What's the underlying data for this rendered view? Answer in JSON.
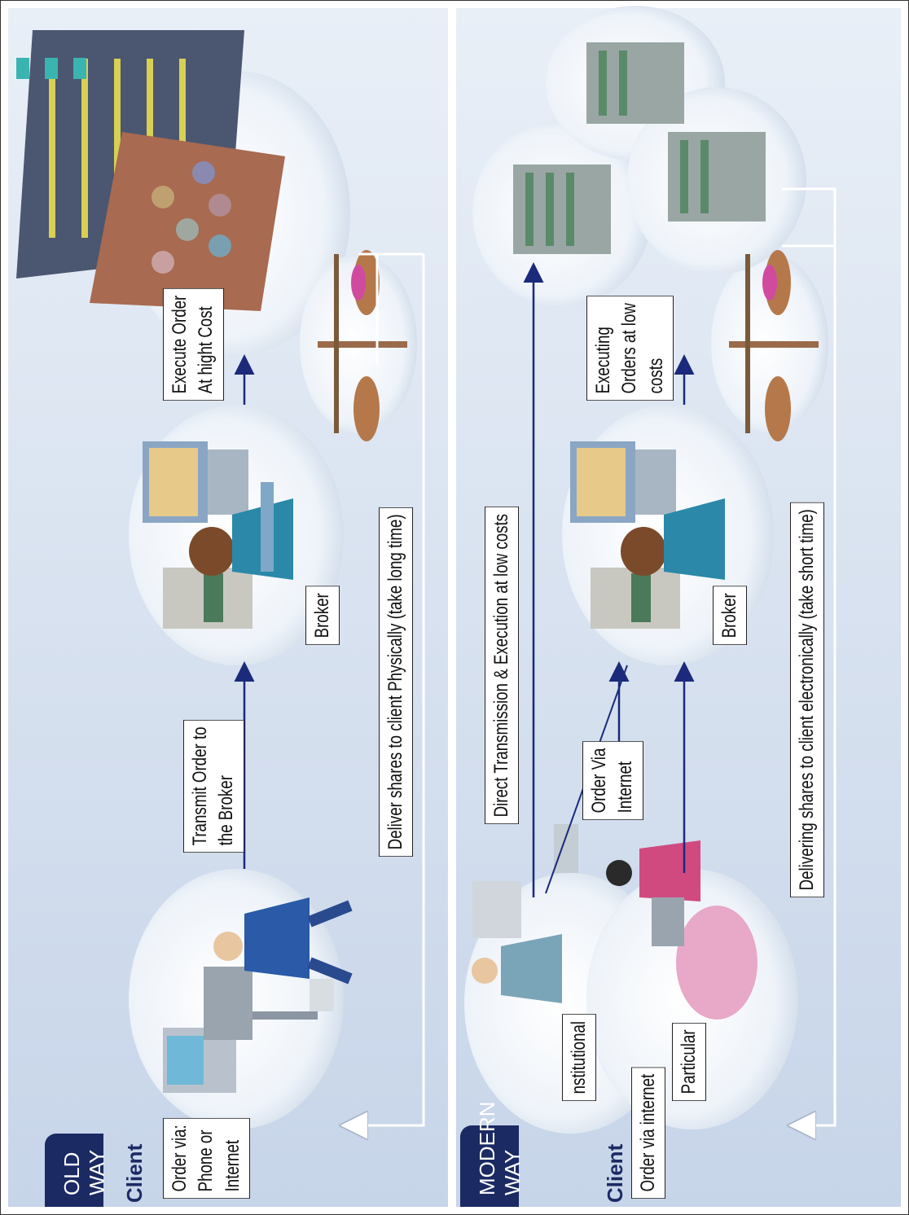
{
  "old_way": {
    "title": "OLD WAY",
    "client_label": "Client",
    "client_order": "Order via:\nPhone or\nInternet",
    "transmit": "Transmit Order to\nthe Broker",
    "broker": "Broker",
    "execute": "Execute Order\nAt hight Cost",
    "deliver": "Deliver shares to client Physically (take long time)"
  },
  "modern_way": {
    "title": "MODERN WAY",
    "client_label": "Client",
    "institutional": "nstitutional",
    "order_via_internet": "Order via internet",
    "particular": "Particular",
    "direct": "Direct Transmission & Execution at low costs",
    "order_via": "Order Via\nInternet",
    "broker": "Broker",
    "executing": "Executing\nOrders at low\ncosts",
    "delivering": "Delivering shares to client electronically (take short time)"
  }
}
